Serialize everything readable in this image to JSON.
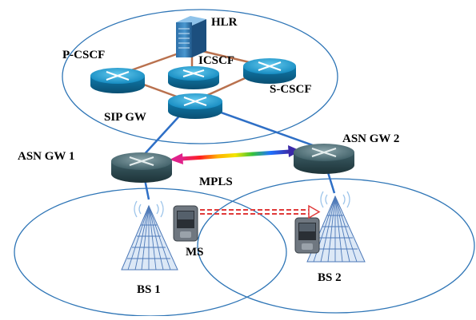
{
  "labels": {
    "hlr": "HLR",
    "p_cscf": "P-CSCF",
    "i_cscf": "ICSCF",
    "s_cscf": "S-CSCF",
    "sip_gw": "SIP GW",
    "asn_gw_1": "ASN GW 1",
    "asn_gw_2": "ASN GW 2",
    "mpls": "MPLS",
    "ms": "MS",
    "bs_1": "BS 1",
    "bs_2": "BS 2"
  },
  "colors": {
    "ellipse": "#2e75b6",
    "link_blue": "#2e6fc6",
    "link_brown": "#b9714e",
    "router_blue": "#1593c7",
    "router_dark": "#1b4c5e",
    "gateway": "#3f5f66",
    "tower": "#4d79b8",
    "handover_arrow": "#e03a3a"
  },
  "icons": [
    "server-icon",
    "router-icon",
    "gateway-router-icon",
    "tower-icon",
    "pda-icon",
    "wireless-signal-icon"
  ]
}
